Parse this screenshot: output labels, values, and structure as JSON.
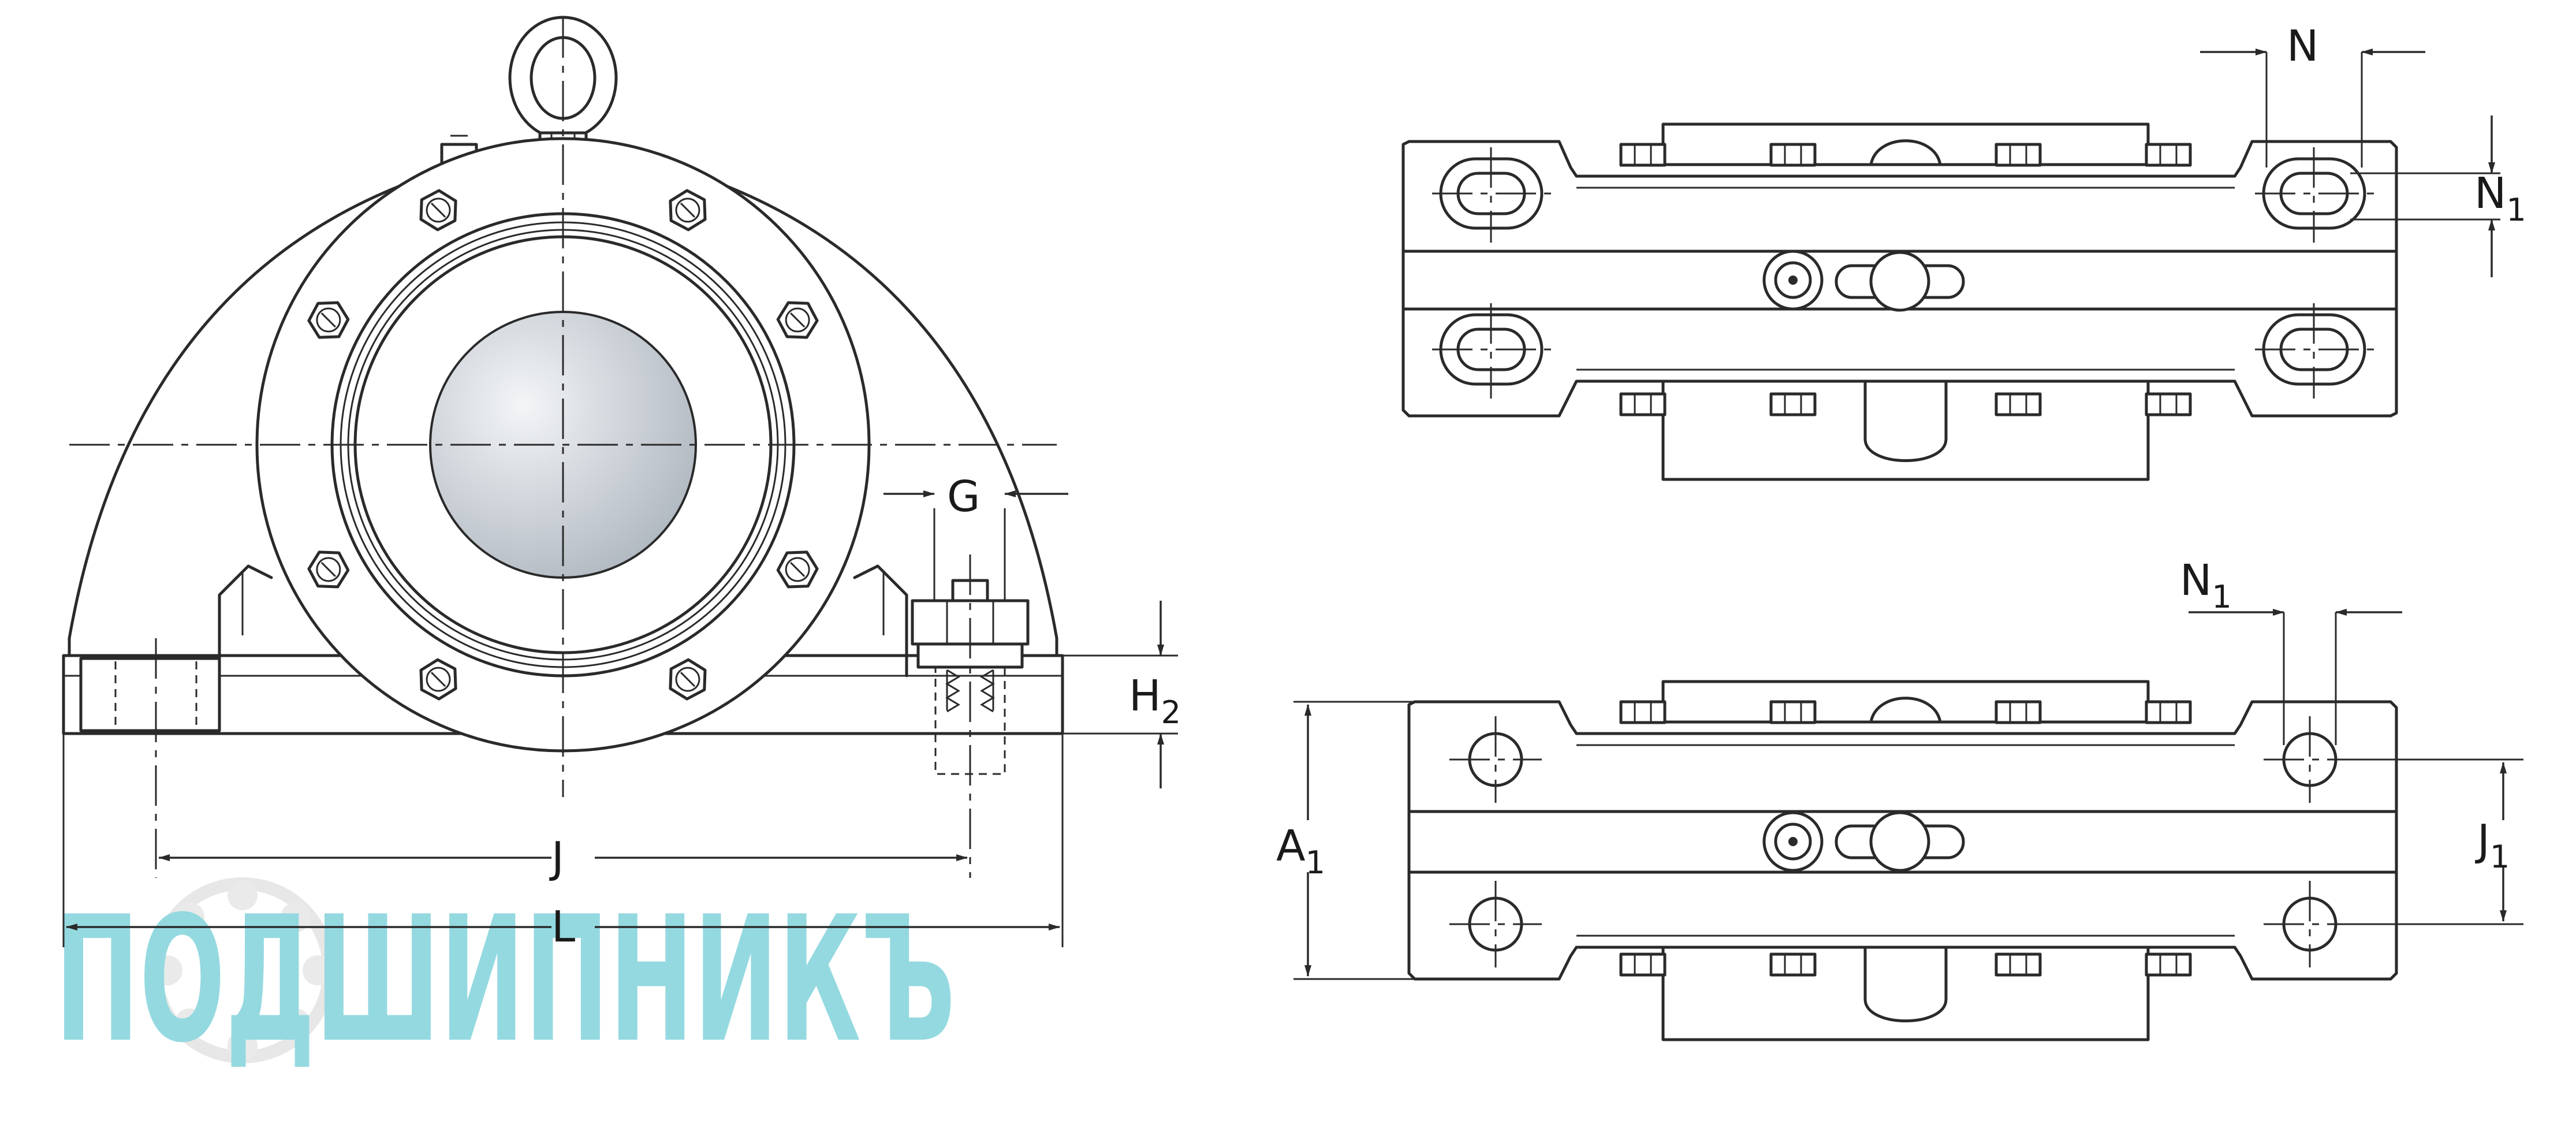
{
  "labels": {
    "G": {
      "main": "G"
    },
    "H2": {
      "main": "H",
      "sub": "2"
    },
    "J": {
      "main": "J"
    },
    "L": {
      "main": "L"
    },
    "N": {
      "main": "N"
    },
    "N1_top": {
      "main": "N",
      "sub": "1"
    },
    "N1_bottom": {
      "main": "N",
      "sub": "1"
    },
    "A1": {
      "main": "A",
      "sub": "1"
    },
    "J1": {
      "main": "J",
      "sub": "1"
    }
  },
  "watermark": {
    "text": "ПОДШИПНИКЪ",
    "color": "#8fd7df",
    "ring_color": "#e2e2e2"
  },
  "colors": {
    "line": "#2a2a2a",
    "shaft_light": "#eef1f4",
    "shaft_dark": "#b9c0c8"
  }
}
